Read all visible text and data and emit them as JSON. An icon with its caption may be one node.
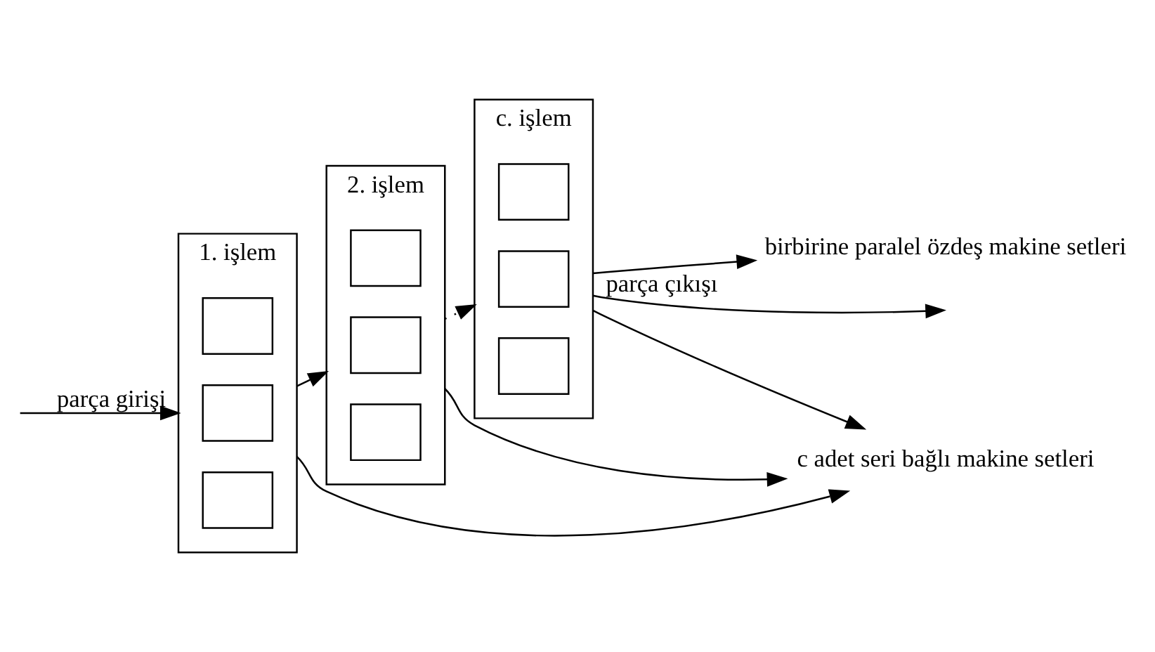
{
  "diagram": {
    "nodes": [
      {
        "text": [
          "1. işlem"
        ]
      },
      {
        "text": [],
        "shape": "box",
        "in": 0
      },
      {
        "text": [],
        "shape": "box",
        "in": 0
      },
      {
        "text": [],
        "shape": "box",
        "in": 0
      },
      {
        "text": [
          "2. işlem"
        ]
      },
      {
        "text": [],
        "shape": "box",
        "in": 4
      },
      {
        "text": [],
        "shape": "box",
        "in": 4
      },
      {
        "text": [],
        "shape": "box",
        "in": 4
      },
      {
        "text": [
          "c. işlem"
        ]
      },
      {
        "text": [],
        "shape": "box",
        "in": 8
      },
      {
        "text": [],
        "shape": "box",
        "in": 8
      },
      {
        "text": [],
        "shape": "box",
        "in": 8
      },
      {
        "text": [
          "c adet seri bağlı makine setleri"
        ]
      },
      {
        "text": [
          "birbirine paralel özdeş makine setleri"
        ]
      }
    ],
    "edges": [
      {
        "from": null,
        "to": 0,
        "arrow": "to",
        "label": "parça girişi"
      },
      {
        "from": 0,
        "to": 4,
        "arrow": "to"
      },
      {
        "from": 4,
        "to": 8,
        "arrow": "to",
        "style": "dashed"
      },
      {
        "from": 8,
        "to": null,
        "arrow": "to",
        "label": "parça çıkışı"
      },
      {
        "from": 0,
        "to": 12,
        "arrow": "to"
      },
      {
        "from": 4,
        "to": 12,
        "arrow": "to"
      },
      {
        "from": 8,
        "to": 12,
        "arrow": "to"
      },
      {
        "from": 8,
        "to": 13,
        "arrow": "to"
      }
    ]
  }
}
